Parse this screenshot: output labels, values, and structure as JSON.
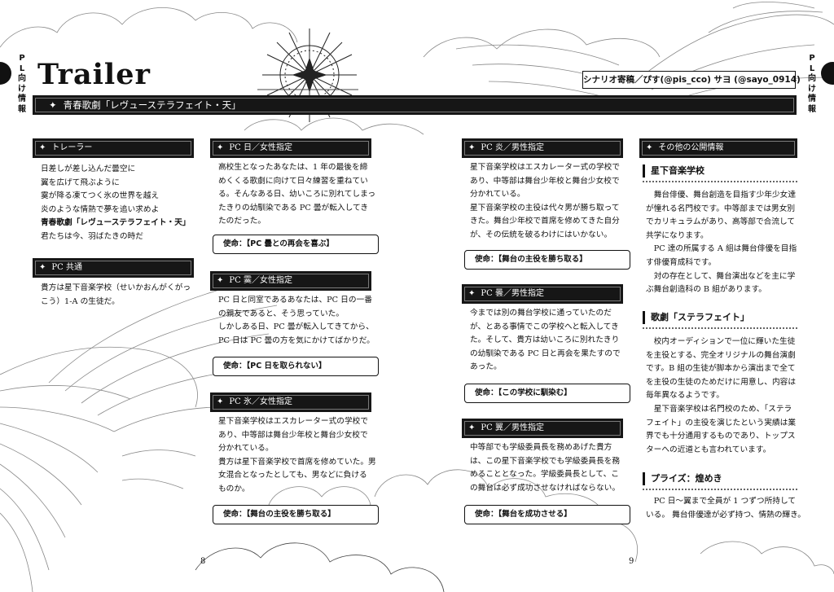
{
  "side_tabs": {
    "left": [
      "P",
      "L",
      "向",
      "け",
      "情",
      "報"
    ],
    "right": [
      "P",
      "L",
      "向",
      "け",
      "情",
      "報"
    ]
  },
  "title": "Trailer",
  "credits": "シナリオ寄稿／ぴす(@pis_cco) サヨ (@sayo_0914)",
  "banner": "青春歌劇「レヴューステラフェイト・天」",
  "bullet": "✦",
  "sections": {
    "trailer": {
      "heading": "トレーラー",
      "lines": [
        "日差しが差し込んだ曇空に",
        "翼を広げて飛ぶように",
        "霙が降る凍てつく氷の世界を越え",
        "炎のような情熱で夢を追い求めよ",
        "青春歌劇「レヴューステラフェイト・天」",
        "君たちは今、羽ばたきの時だ"
      ]
    },
    "pc_common": {
      "heading": "PC 共通",
      "lines": [
        "貴方は星下音楽学校（せいかおんがくがっ",
        "こう）1-A の生徒だ。"
      ]
    },
    "pc_sun": {
      "heading": "PC 日／女性指定",
      "lines": [
        "高校生となったあなたは、1 年の最後を締",
        "めくくる歌劇に向けて日々練習を重ねてい",
        "る。そんなある日、幼いころに別れてしまっ",
        "たきりの幼馴染である PC 曇が転入してき",
        "たのだった。"
      ],
      "mission": "使命：【PC 曇との再会を喜ぶ】"
    },
    "pc_sleet": {
      "heading": "PC 霙／女性指定",
      "lines": [
        "PC 日と同室であるあなたは、PC 日の一番",
        "の親友であると、そう思っていた。",
        "しかしある日、PC 曇が転入してきてから、",
        "PC 日は PC 曇の方を気にかけてばかりだ。"
      ],
      "mission": "使命：【PC 日を取られない】"
    },
    "pc_ice": {
      "heading": "PC 氷／女性指定",
      "lines": [
        "星下音楽学校はエスカレーター式の学校で",
        "あり、中等部は舞台少年校と舞台少女校で",
        "分かれている。",
        "貴方は星下音楽学校で首席を修めていた。男",
        "女混合となったとしても、男などに負ける",
        "ものか。"
      ],
      "mission": "使命：【舞台の主役を勝ち取る】"
    },
    "pc_flame": {
      "heading": "PC 炎／男性指定",
      "lines": [
        "星下音楽学校はエスカレーター式の学校で",
        "あり、中等部は舞台少年校と舞台少女校で",
        "分かれている。",
        "星下音楽学校の主役は代々男が勝ち取って",
        "きた。舞台少年校で首席を修めてきた自分",
        "が、その伝統を破るわけにはいかない。"
      ],
      "mission": "使命：【舞台の主役を勝ち取る】"
    },
    "pc_cloud": {
      "heading": "PC 曇／男性指定",
      "lines": [
        "今までは別の舞台学校に通っていたのだ",
        "が、とある事情でこの学校へと転入してき",
        "た。そして、貴方は幼いころに別れたきり",
        "の幼馴染である PC 日と再会を果たすので",
        "あった。"
      ],
      "mission": "使命：【この学校に馴染む】"
    },
    "pc_wing": {
      "heading": "PC 翼／男性指定",
      "lines": [
        "中等部でも学級委員長を務めあげた貴方",
        "は、この星下音楽学校でも学級委員長を務",
        "めることとなった。学級委員長として、こ",
        "の舞台は必ず成功させなければならない。"
      ],
      "mission": "使命：【舞台を成功させる】"
    },
    "public": {
      "heading": "その他の公開情報",
      "blocks": [
        {
          "subheading": "星下音楽学校",
          "lines": [
            {
              "t": "舞台俳優、舞台創造を目指す少年少女達",
              "i": true
            },
            {
              "t": "が憧れる名門校です。中等部までは男女別",
              "i": false
            },
            {
              "t": "でカリキュラムがあり、高等部で合流して",
              "i": false
            },
            {
              "t": "共学になります。",
              "i": false
            },
            {
              "t": "PC 達の所属する A 組は舞台俳優を目指",
              "i": true
            },
            {
              "t": "す俳優育成科です。",
              "i": false
            },
            {
              "t": "対の存在として、舞台演出などを主に学",
              "i": true
            },
            {
              "t": "ぶ舞台創造科の B 組があります。",
              "i": false
            }
          ]
        },
        {
          "subheading": "歌劇「ステラフェイト」",
          "lines": [
            {
              "t": "校内オーディションで一位に輝いた生徒",
              "i": true
            },
            {
              "t": "を主役とする、完全オリジナルの舞台演劇",
              "i": false
            },
            {
              "t": "です。B 組の生徒が脚本から演出まで全て",
              "i": false
            },
            {
              "t": "を主役の生徒のためだけに用意し、内容は",
              "i": false
            },
            {
              "t": "毎年異なるようです。",
              "i": false
            },
            {
              "t": "星下音楽学校は名門校のため、「ステラ",
              "i": true
            },
            {
              "t": "フェイト」の主役を演じたという実績は業",
              "i": false
            },
            {
              "t": "界でも十分通用するものであり、トップス",
              "i": false
            },
            {
              "t": "ターへの近道とも言われています。",
              "i": false
            }
          ]
        },
        {
          "subheading": "プライズ：煌めき",
          "lines": [
            {
              "t": "PC 日〜翼まで全員が 1 つずつ所持して",
              "i": true
            },
            {
              "t": "いる。 舞台俳優達が必ず持つ、情熱の輝き。",
              "i": false
            }
          ]
        }
      ]
    }
  },
  "page_numbers": {
    "left": "8",
    "right": "9"
  }
}
